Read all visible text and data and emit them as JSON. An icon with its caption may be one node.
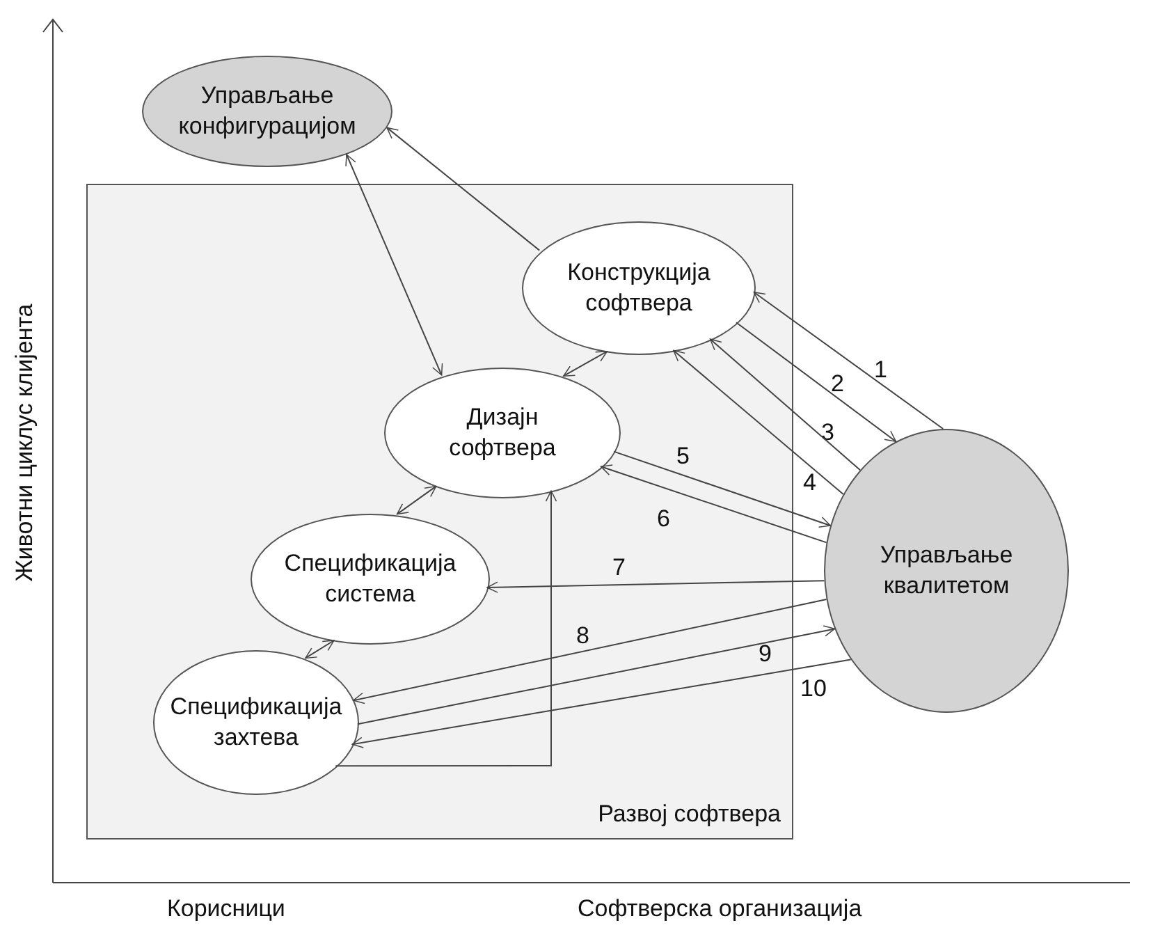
{
  "diagram": {
    "nodes": [
      {
        "text": [
          "Управљање конфигурацијом"
        ]
      },
      {
        "text": [
          "Развој софтвера"
        ]
      },
      {
        "text": [
          "Конструкција софтвера"
        ],
        "in": 1
      },
      {
        "text": [
          "Дизајн софтвера"
        ],
        "in": 1
      },
      {
        "text": [
          "Спецификација система"
        ],
        "in": 1
      },
      {
        "text": [
          "Спецификација захтева"
        ],
        "in": 1
      },
      {
        "text": [
          "Управљање квалитетом"
        ]
      }
    ],
    "edges": [
      {
        "from": 2,
        "to": 0,
        "arrow": "to"
      },
      {
        "from": 0,
        "to": 3,
        "arrow": "both"
      },
      {
        "from": 2,
        "to": 3,
        "arrow": "both"
      },
      {
        "from": 3,
        "to": 4,
        "arrow": "both"
      },
      {
        "from": 4,
        "to": 5,
        "arrow": "both"
      },
      {
        "from": 5,
        "to": 3,
        "arrow": "to"
      },
      {
        "from": 6,
        "to": 2,
        "arrow": "to",
        "label": "1"
      },
      {
        "from": 2,
        "to": 6,
        "arrow": "to",
        "label": "2"
      },
      {
        "from": 6,
        "to": 2,
        "arrow": "to",
        "label": "3"
      },
      {
        "from": 6,
        "to": 2,
        "arrow": "to",
        "label": "4"
      },
      {
        "from": 3,
        "to": 6,
        "arrow": "to",
        "label": "5"
      },
      {
        "from": 6,
        "to": 3,
        "arrow": "to",
        "label": "6"
      },
      {
        "from": 6,
        "to": 4,
        "arrow": "to",
        "label": "7"
      },
      {
        "from": 6,
        "to": 5,
        "arrow": "to",
        "label": "8"
      },
      {
        "from": 5,
        "to": 6,
        "arrow": "to",
        "label": "9"
      },
      {
        "from": 6,
        "to": 5,
        "arrow": "to",
        "label": "10"
      }
    ],
    "labels": [
      "Животни циклус клијента",
      "Корисници",
      "Софтверска организација"
    ]
  }
}
